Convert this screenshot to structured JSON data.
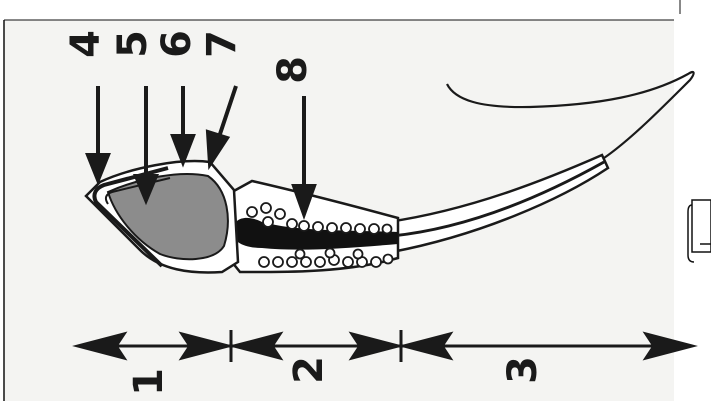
{
  "diagram": {
    "top_labels": [
      "4",
      "5",
      "6",
      "7",
      "8"
    ],
    "section_labels": [
      "1",
      "2",
      "3"
    ],
    "colors": {
      "ink": "#1a1a1a",
      "paper": "#f4f4f2",
      "nucleus": "#8c8c8c"
    }
  }
}
